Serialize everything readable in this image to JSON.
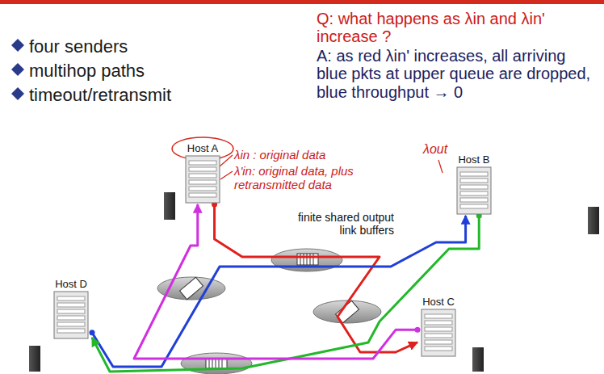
{
  "diagram": {
    "nodes": [
      {
        "text": [
          "Host A"
        ]
      },
      {
        "text": [
          "Host B"
        ]
      },
      {
        "text": [
          "Host D"
        ]
      },
      {
        "text": [
          "Host C"
        ]
      }
    ],
    "edges": [
      {
        "from": 0,
        "to": 3,
        "arrow": "to"
      },
      {
        "from": 2,
        "to": 1,
        "arrow": "to"
      },
      {
        "from": 1,
        "to": 2,
        "arrow": "to"
      },
      {
        "from": 3,
        "to": 0,
        "arrow": "to"
      }
    ],
    "labels": [
      "four senders",
      "multihop paths",
      "timeout/retransmit",
      "Q: what happens as λin and λin' increase ?",
      "A: as red λin' increases, all arriving blue pkts at upper queue are dropped, blue throughput → 0",
      "λin : original data",
      "λ'in: original data, plus retransmitted data",
      "λout",
      "finite shared output link buffers"
    ]
  }
}
